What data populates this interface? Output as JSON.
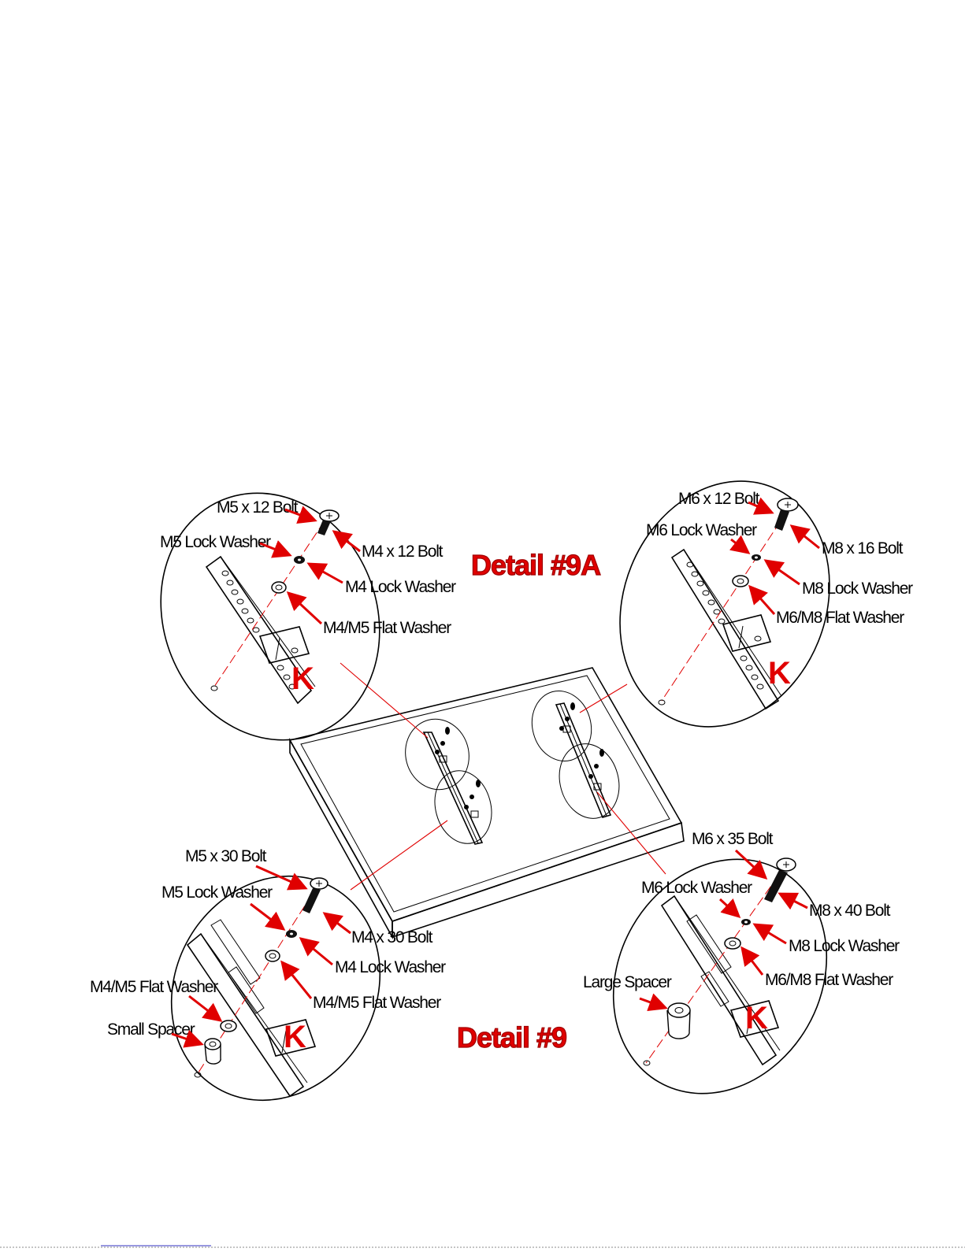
{
  "colors": {
    "accent": "#e00000",
    "ink": "#000000",
    "paper": "#ffffff"
  },
  "details": {
    "top_title": "Detail #9A",
    "bottom_title": "Detail #9"
  },
  "bracket_mark": "K",
  "callouts": {
    "top_left": {
      "bolt_a": "M5 x 12 Bolt",
      "lock_a": "M5 Lock Washer",
      "bolt_b": "M4 x 12 Bolt",
      "lock_b": "M4 Lock Washer",
      "flat": "M4/M5 Flat Washer"
    },
    "top_right": {
      "bolt_a": "M6 x 12 Bolt",
      "lock_a": "M6 Lock Washer",
      "bolt_b": "M8 x 16 Bolt",
      "lock_b": "M8 Lock Washer",
      "flat": "M6/M8 Flat Washer"
    },
    "bottom_left": {
      "bolt_a": "M5 x 30 Bolt",
      "lock_a": "M5 Lock Washer",
      "bolt_b": "M4 x 30 Bolt",
      "lock_b": "M4 Lock Washer",
      "flat": "M4/M5 Flat Washer",
      "flat_2": "M4/M5 Flat Washer",
      "spacer": "Small Spacer"
    },
    "bottom_right": {
      "bolt_a": "M6 x 35 Bolt",
      "lock_a": "M6 Lock Washer",
      "bolt_b": "M8 x 40 Bolt",
      "lock_b": "M8 Lock Washer",
      "flat": "M6/M8 Flat Washer",
      "spacer": "Large Spacer"
    }
  }
}
